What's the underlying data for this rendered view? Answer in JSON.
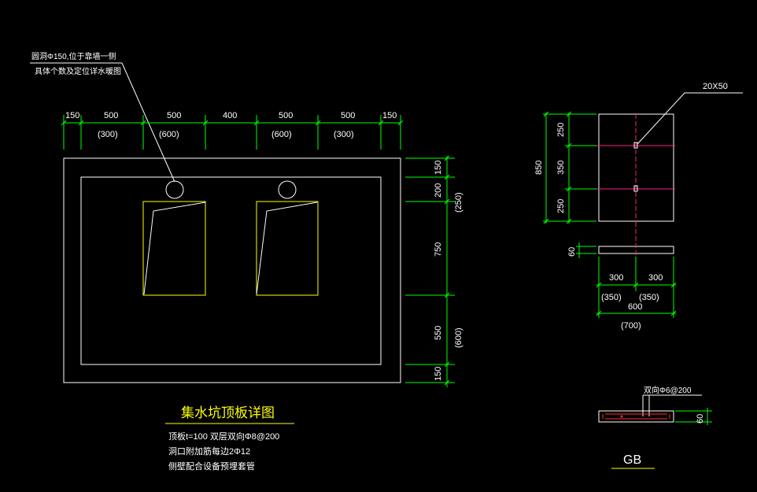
{
  "main_drawing": {
    "note_line1": "圆洞Φ150,位于靠墙一侧",
    "note_line2": "具体个数及定位详水暖图",
    "top_dims": [
      "150",
      "500",
      "500",
      "400",
      "500",
      "500",
      "150"
    ],
    "top_sub_dims": [
      "(300)",
      "(600)",
      "(600)",
      "(300)"
    ],
    "right_dims": [
      "150",
      "200",
      "750",
      "550",
      "150"
    ],
    "right_paren_dims": [
      "(250)",
      "(600)"
    ],
    "title": "集水坑顶板详图",
    "spec_line1": "顶板t=100 双层双向Φ8@200",
    "spec_line2": "洞口附加筋每边2Φ12",
    "spec_line3": "侧壁配合设备预埋套管"
  },
  "gb_detail": {
    "slot_label": "20X50",
    "height_dim": "850",
    "vertical_dims": [
      "250",
      "350",
      "250"
    ],
    "thickness_dim": "60",
    "bottom_dims": [
      "300",
      "300"
    ],
    "bottom_paren_dims": [
      "(350)",
      "(350)"
    ],
    "total_dim": "600",
    "total_paren_dim": "(700)",
    "rebar_label": "双向Φ6@200",
    "section_thickness": "60",
    "label": "GB"
  }
}
